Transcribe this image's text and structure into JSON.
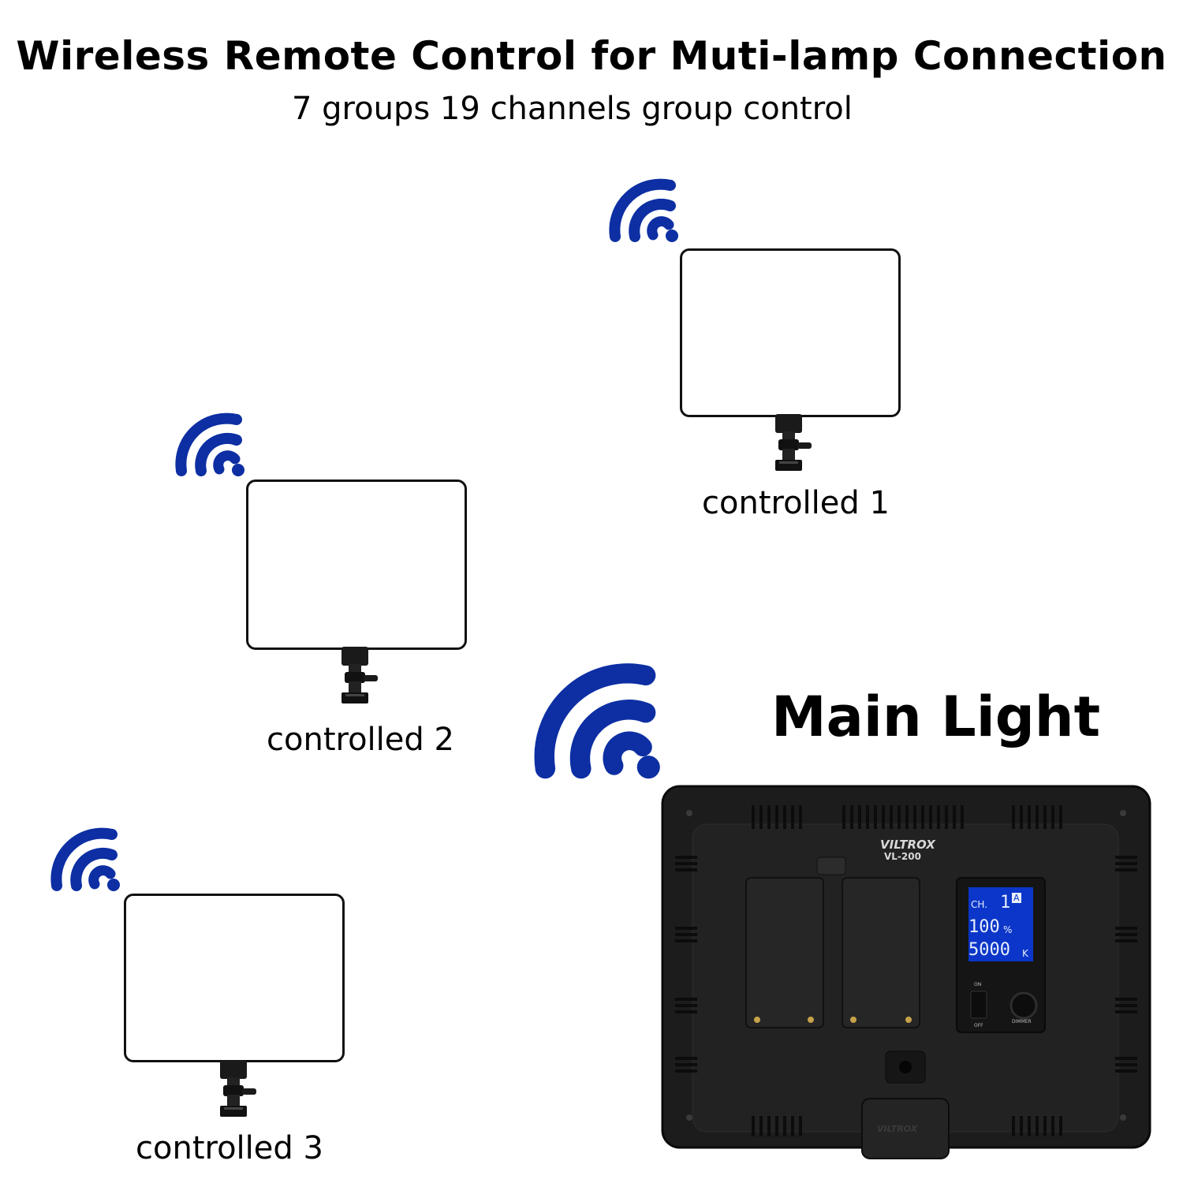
{
  "title": "Wireless Remote Control for Muti-lamp Connection",
  "subtitle": "7 groups 19 channels group control",
  "main_light": {
    "label": "Main Light",
    "brand": "VILTROX",
    "model": "VL-200",
    "display": {
      "channel_label": "CH.",
      "channel_value": "1",
      "group": "A",
      "brightness": "100",
      "brightness_unit": "%",
      "color_temp": "5000",
      "color_temp_unit": "K"
    },
    "switch_on": "ON",
    "switch_off": "OFF",
    "dimmer_label": "DIMMER",
    "bottom_brand": "VILTROX"
  },
  "controlled_lights": [
    {
      "label": "controlled 1"
    },
    {
      "label": "controlled 2"
    },
    {
      "label": "controlled 3"
    }
  ],
  "colors": {
    "signal": "#0d2fa3",
    "panel_border": "#111111",
    "main_body": "#1c1c1c",
    "lcd": "#0b36c9"
  },
  "icons": {
    "signal": "wifi-signal-icon",
    "mount": "shoe-mount-icon"
  }
}
